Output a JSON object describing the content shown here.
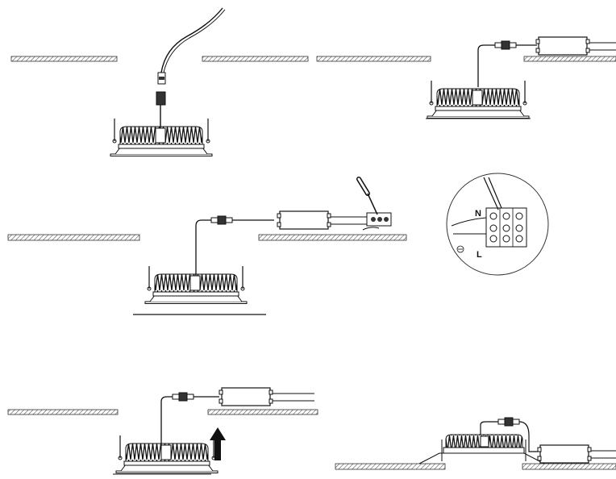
{
  "figure": {
    "steps": [
      {
        "id": "step-1",
        "description_hidden": false
      },
      {
        "id": "step-2"
      },
      {
        "id": "step-3"
      },
      {
        "id": "step-4"
      },
      {
        "id": "step-5"
      },
      {
        "id": "step-6"
      }
    ],
    "terminal_detail": {
      "label_neutral": "N",
      "label_live": "L"
    },
    "colors": {
      "line": "#1a1a1a",
      "hatch": "#555555",
      "background": "#ffffff"
    },
    "icons": {
      "insert_arrow": "up-arrow-icon",
      "screwdriver": "screwdriver-icon",
      "ground": "ground-icon"
    }
  }
}
